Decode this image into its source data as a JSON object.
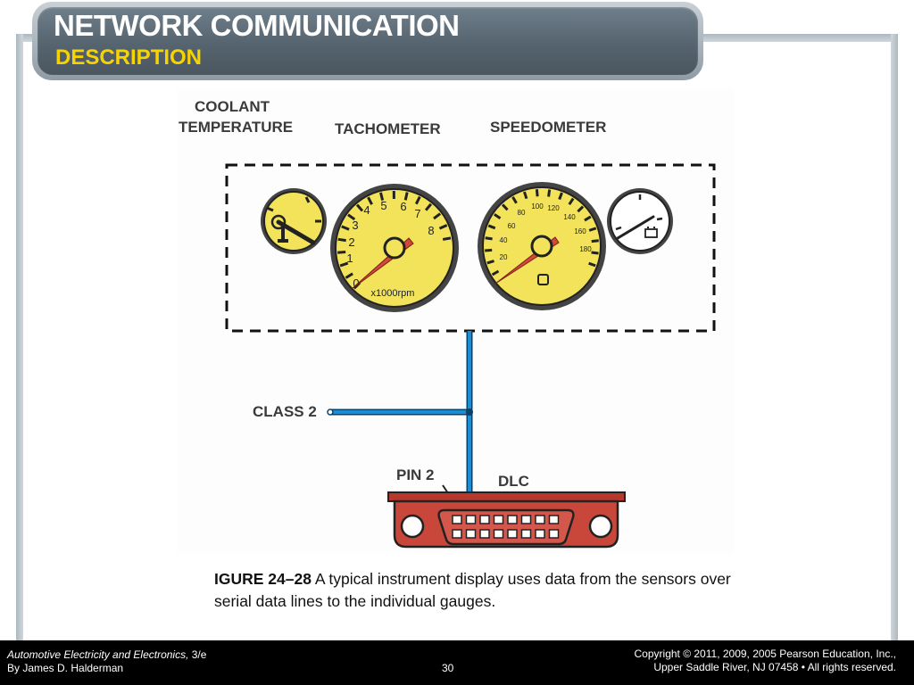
{
  "slide": {
    "title": "NETWORK COMMUNICATION",
    "subtitle": "DESCRIPTION"
  },
  "colors": {
    "title_text": "#ffffff",
    "subtitle_text": "#f7d400",
    "gauge_face": "#f2e35a",
    "needle": "#d2483a",
    "bus_line": "#1a8fd6",
    "connector": "#c8473a"
  },
  "figure": {
    "labels": {
      "coolant_line1": "COOLANT",
      "coolant_line2": "TEMPERATURE",
      "tachometer": "TACHOMETER",
      "speedometer": "SPEEDOMETER",
      "class2": "CLASS 2",
      "pin2": "PIN 2",
      "dlc": "DLC"
    },
    "tachometer": {
      "numbers": [
        "0",
        "1",
        "2",
        "3",
        "4",
        "5",
        "6",
        "7",
        "8"
      ],
      "unit": "x1000rpm"
    },
    "speedometer": {
      "numbers": [
        "20",
        "40",
        "60",
        "80",
        "100",
        "120",
        "140",
        "160",
        "180"
      ]
    },
    "icons": {
      "coolant": "thermometer-icon",
      "voltmeter": "battery-icon",
      "speedo_center": "square-icon"
    }
  },
  "caption": {
    "figure_label": "IGURE 24–28",
    "text": " A typical instrument display uses data from the sensors over serial data lines to the individual gauges."
  },
  "footer": {
    "book_title": "Automotive Electricity and Electronics,",
    "edition": " 3/e",
    "author": "By James D. Halderman",
    "page": "30",
    "copyright_line1": "Copyright © 2011, 2009, 2005 Pearson Education, Inc.,",
    "copyright_line2": "Upper Saddle River, NJ 07458 • All rights reserved."
  }
}
